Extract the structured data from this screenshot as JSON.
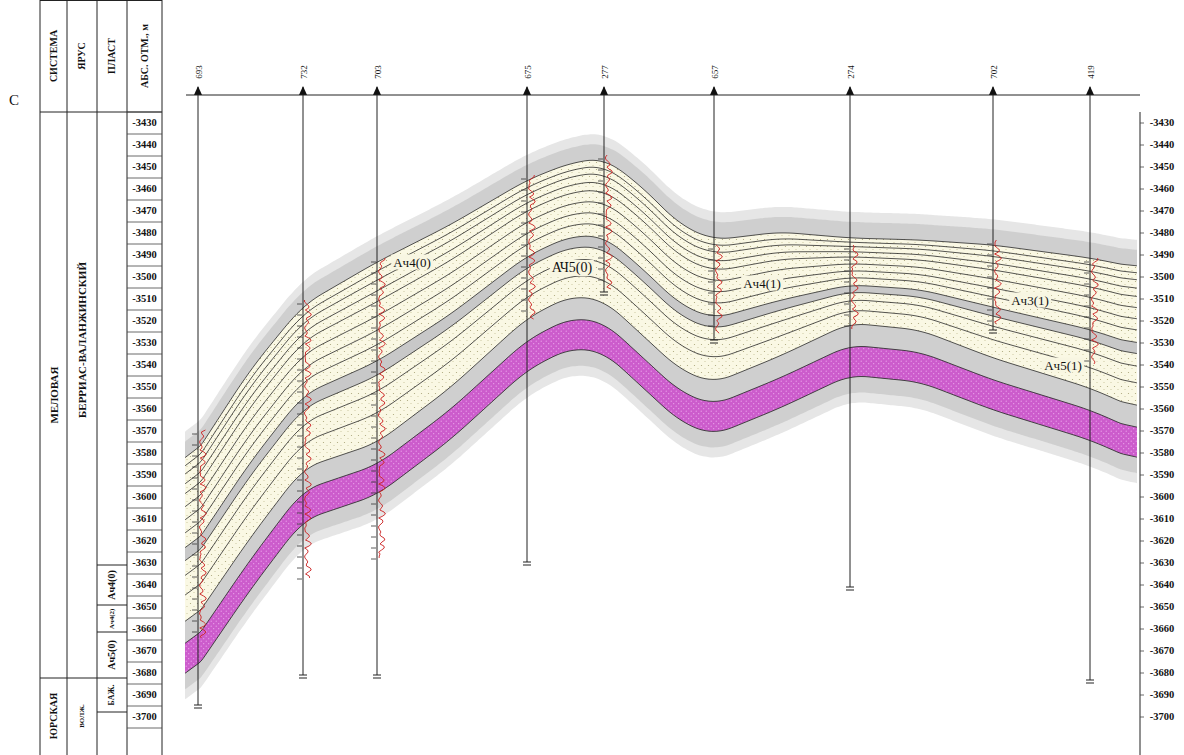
{
  "diagram": {
    "labels": [
      "С",
      "СИСТЕМА",
      "ЯРУС",
      "ПЛАСТ",
      "АБС. ОТМ., м",
      "МЕЛОВАЯ",
      "БЕРРИАС-ВАЛАНЖИНСКИЙ",
      "Ач4(0)",
      "Ач4(2)",
      "Ач5(0)",
      "ЮРСКАЯ",
      "ВОЛЖ.",
      "БАЖ.",
      "693",
      "732",
      "703",
      "675",
      "277",
      "657",
      "274",
      "702",
      "419",
      "-3430",
      "-3440",
      "-3450",
      "-3460",
      "-3470",
      "-3480",
      "-3490",
      "-3500",
      "-3510",
      "-3520",
      "-3530",
      "-3540",
      "-3550",
      "-3560",
      "-3570",
      "-3580",
      "-3590",
      "-3600",
      "-3610",
      "-3620",
      "-3630",
      "-3640",
      "-3650",
      "-3660",
      "-3670",
      "-3680",
      "-3690",
      "-3700",
      "-3430",
      "-3440",
      "-3450",
      "-3460",
      "-3470",
      "-3480",
      "-3490",
      "-3500",
      "-3510",
      "-3520",
      "-3530",
      "-3540",
      "-3550",
      "-3560",
      "-3570",
      "-3580",
      "-3590",
      "-3600",
      "-3610",
      "-3620",
      "-3630",
      "-3640",
      "-3650",
      "-3660",
      "-3670",
      "-3680",
      "-3690",
      "-3700",
      "Ач4(0)",
      "АЧ5(0)",
      "Ач4(1)",
      "Ач3(1)",
      "Ач5(1)"
    ]
  }
}
